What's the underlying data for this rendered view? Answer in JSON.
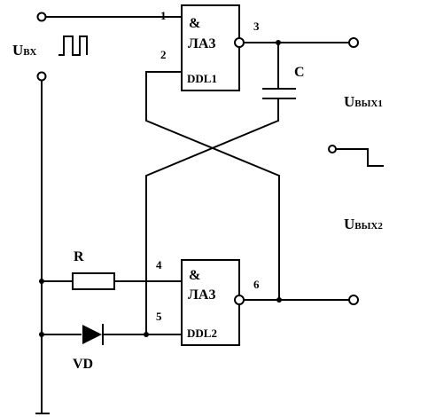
{
  "gates": {
    "ddl1": {
      "symbol": "&",
      "type": "ЛА3",
      "name": "DDL1"
    },
    "ddl2": {
      "symbol": "&",
      "type": "ЛА3",
      "name": "DDL2"
    }
  },
  "pins": {
    "p1": "1",
    "p2": "2",
    "p3": "3",
    "p4": "4",
    "p5": "5",
    "p6": "6"
  },
  "components": {
    "capacitor": "C",
    "resistor": "R",
    "diode": "VD"
  },
  "signals": {
    "input": {
      "main": "U",
      "sub": "ВХ"
    },
    "output1": {
      "main": "U",
      "sub": "ВЫХ1"
    },
    "output2": {
      "main": "U",
      "sub": "ВЫХ2"
    }
  }
}
